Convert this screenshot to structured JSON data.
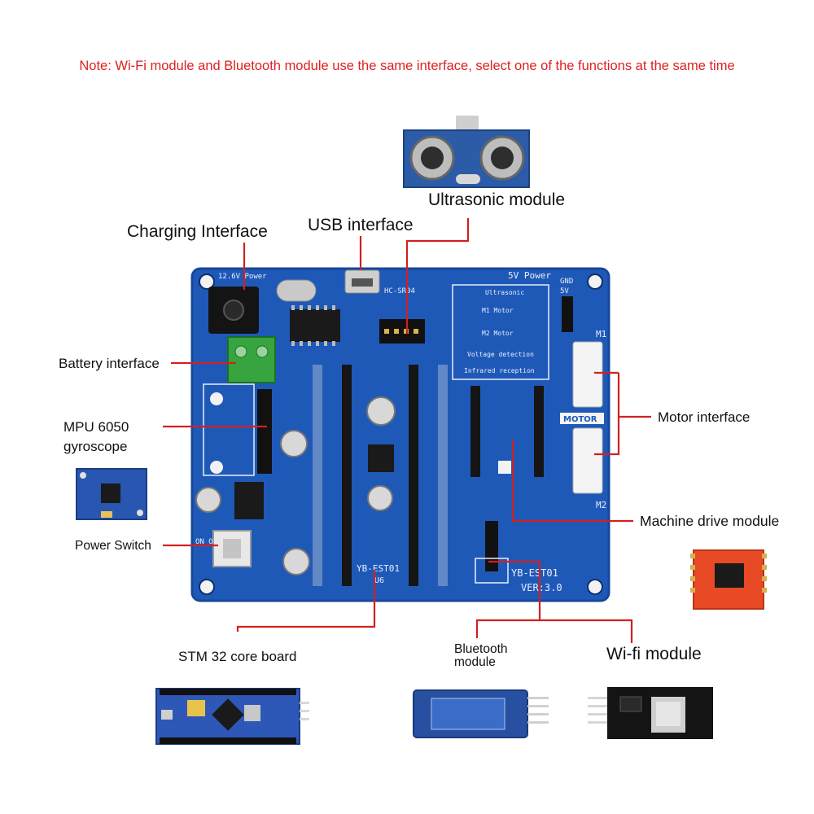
{
  "note": "Note: Wi-Fi module and Bluetooth module use the same interface, select one of the functions at the same time",
  "labels": {
    "ultrasonic": "Ultrasonic module",
    "usb": "USB interface",
    "charging": "Charging Interface",
    "battery": "Battery interface",
    "mpu_line1": "MPU 6050",
    "mpu_line2": "gyroscope",
    "power_switch": "Power Switch",
    "motor": "Motor interface",
    "machine_drive": "Machine drive module",
    "stm32": "STM 32 core board",
    "bluetooth_line1": "Bluetooth",
    "bluetooth_line2": "module",
    "wifi": "Wi-fi module"
  },
  "board": {
    "top_left": "12.6V Power",
    "usb_text": "HC-SR04",
    "five_v": "5V Power",
    "gnd": "GND",
    "v5": "5V",
    "m1": "M1",
    "m2": "M2",
    "motor_text": "MOTOR",
    "name": "YB-EST01",
    "ver": "VER:3.0",
    "u6": "U6",
    "table_title": "Ultrasonic",
    "table_rows": [
      "M1 Motor",
      "M2 Motor",
      "Voltage detection",
      "Infrared reception"
    ],
    "onoff": "ON OFF"
  },
  "colors": {
    "note": "#e02020",
    "line": "#d32020",
    "board": "#1f59b8",
    "board_edge": "#16479a"
  }
}
